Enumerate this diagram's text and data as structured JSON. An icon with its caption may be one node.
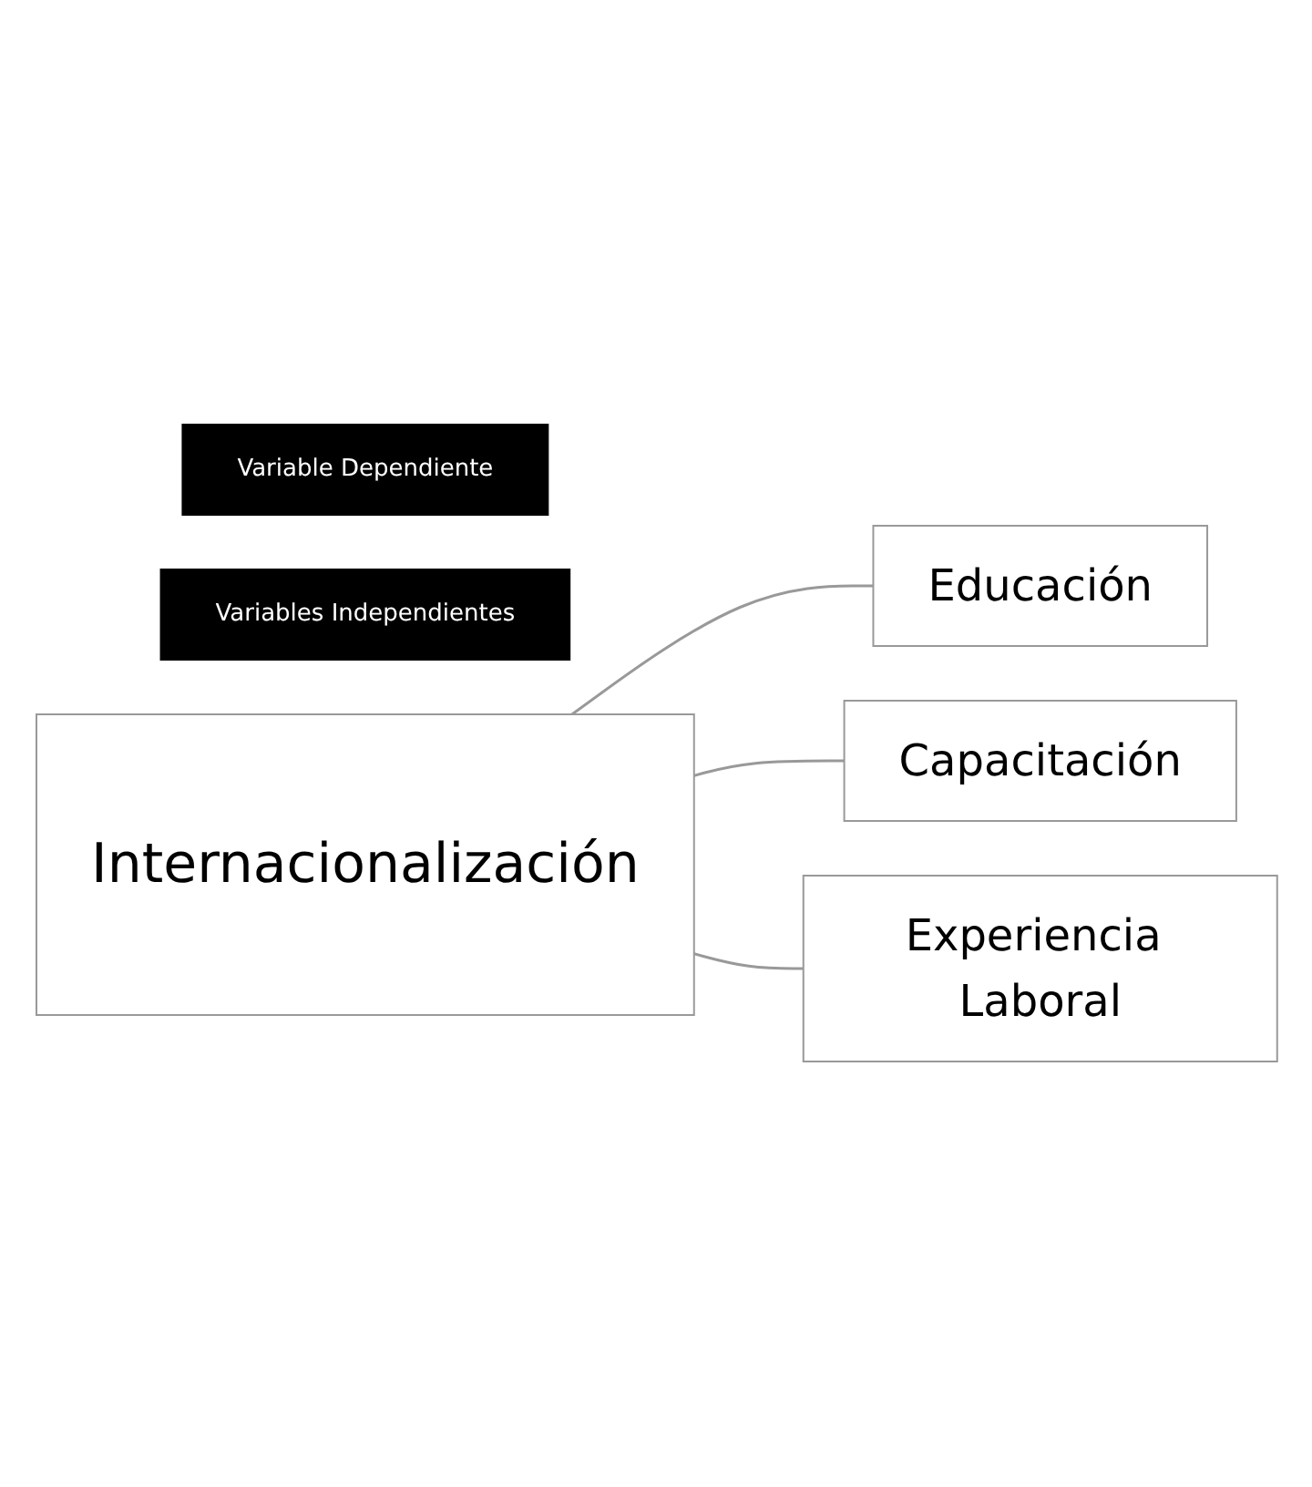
{
  "diagram": {
    "nodes": [
      {
        "text": [
          "Variable Dependiente"
        ]
      },
      {
        "text": [
          "Variables Independientes"
        ]
      },
      {
        "text": [
          "Internacionalización"
        ]
      },
      {
        "text": [
          "Educación"
        ]
      },
      {
        "text": [
          "Capacitación"
        ]
      },
      {
        "text": [
          "Experiencia Laboral"
        ]
      }
    ],
    "edges": [
      {
        "from": 2,
        "to": 3,
        "arrow": "none"
      },
      {
        "from": 2,
        "to": 4,
        "arrow": "none"
      },
      {
        "from": 2,
        "to": 5,
        "arrow": "none"
      }
    ]
  }
}
